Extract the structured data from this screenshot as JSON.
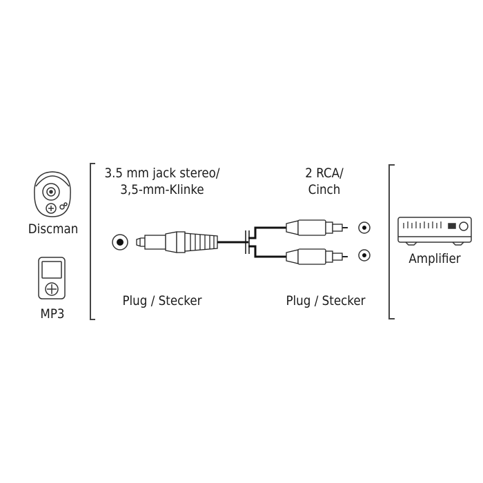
{
  "source_devices": {
    "discman_label": "Discman",
    "mp3_label": "MP3"
  },
  "left_connector": {
    "title_line1": "3.5 mm jack stereo/",
    "title_line2": "3,5-mm-Klinke",
    "plug_label": "Plug / Stecker"
  },
  "right_connector": {
    "title_line1": "2 RCA/",
    "title_line2": "Cinch",
    "plug_label": "Plug / Stecker"
  },
  "target_device": {
    "amplifier_label": "Amplifier"
  },
  "icons": [
    "discman-icon",
    "mp3-player-icon",
    "jack-socket-icon",
    "jack-plug-icon",
    "cable-icon",
    "rca-plug-icon",
    "rca-socket-icon",
    "amplifier-icon"
  ]
}
